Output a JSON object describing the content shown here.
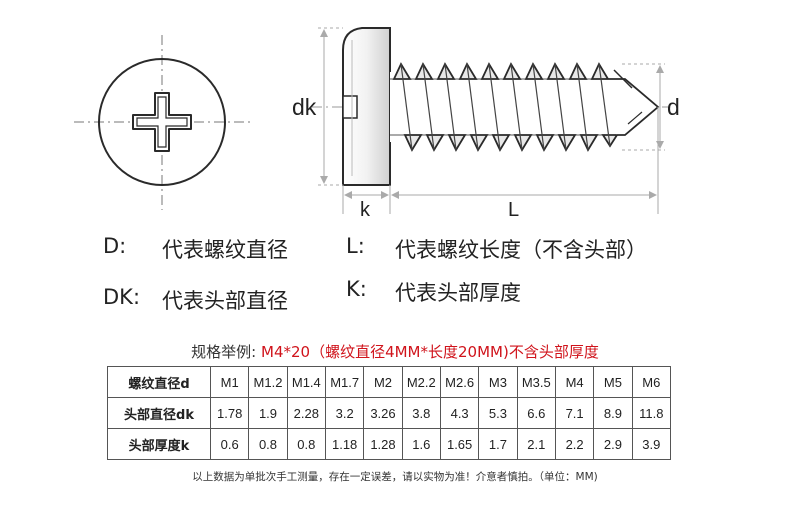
{
  "diagram": {
    "dim_labels": {
      "dk": "dk",
      "d": "d",
      "k": "k",
      "L": "L"
    }
  },
  "legend": {
    "D": {
      "key": "D:",
      "desc": "代表螺纹直径"
    },
    "L": {
      "key": "L:",
      "desc": "代表螺纹长度（不含头部）"
    },
    "DK": {
      "key": "DK:",
      "desc": "代表头部直径"
    },
    "K": {
      "key": "K:",
      "desc": "代表头部厚度"
    }
  },
  "example": {
    "label": "规格举例:",
    "value": "M4*20（螺纹直径4MM*长度20MM)不含头部厚度"
  },
  "table": {
    "header_label": "螺纹直径d",
    "columns": [
      "M1",
      "M1.2",
      "M1.4",
      "M1.7",
      "M2",
      "M2.2",
      "M2.6",
      "M3",
      "M3.5",
      "M4",
      "M5",
      "M6"
    ],
    "rows": [
      {
        "label": "头部直径dk",
        "values": [
          "1.78",
          "1.9",
          "2.28",
          "3.2",
          "3.26",
          "3.8",
          "4.3",
          "5.3",
          "6.6",
          "7.1",
          "8.9",
          "11.8"
        ]
      },
      {
        "label": "头部厚度k",
        "values": [
          "0.6",
          "0.8",
          "0.8",
          "1.18",
          "1.28",
          "1.6",
          "1.65",
          "1.7",
          "2.1",
          "2.2",
          "2.9",
          "3.9"
        ]
      }
    ]
  },
  "note": "以上数据为单批次手工测量，存在一定误差，请以实物为准！介意者慎拍。（单位：MM)"
}
